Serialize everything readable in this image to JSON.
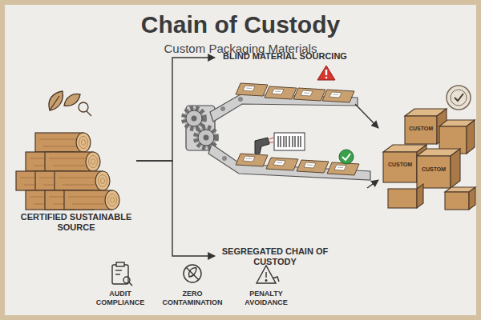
{
  "diagram": {
    "title": "Chain of Custody",
    "nodes": [
      {
        "text": [
          "CERTIFIED SUSTAINABLE SOURCE"
        ]
      },
      {
        "text": [
          "BLIND MATERIAL SOURCING"
        ]
      },
      {
        "text": [
          "SEGREGATED CHAIN OF CUSTODY"
        ]
      },
      {
        "text": [
          "CUSTOM",
          "CUSTOM",
          "CUSTOM"
        ]
      }
    ],
    "edges": [
      {
        "from": 0,
        "to": 1,
        "arrow": "to"
      },
      {
        "from": 0,
        "to": 2,
        "arrow": "to"
      },
      {
        "from": 1,
        "to": 3,
        "arrow": "to"
      },
      {
        "from": 2,
        "to": 3,
        "arrow": "to"
      }
    ],
    "labels": [
      "Custom Packaging Materials",
      "AUDIT COMPLIANCE",
      "ZERO CONTAMINATION",
      "PENALTY AVOIDANCE"
    ]
  }
}
